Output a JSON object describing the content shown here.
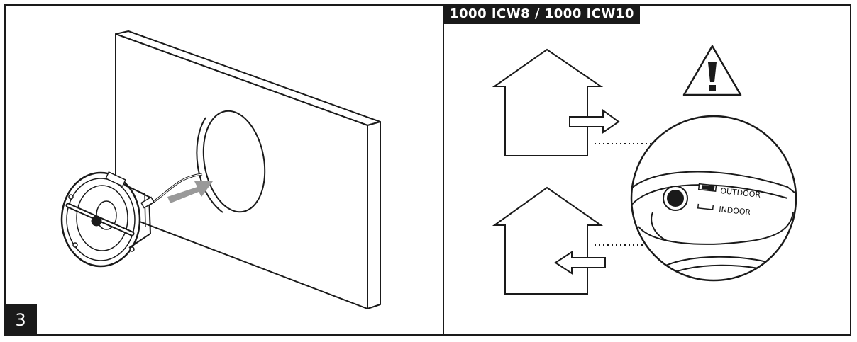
{
  "step": {
    "number": "3"
  },
  "model_tag": "1000 ICW8 / 1000 ICW10",
  "switch": {
    "outdoor_label": "OUTDOOR",
    "indoor_label": "INDOOR"
  },
  "colors": {
    "line": "#1a1a1a",
    "arrow_fill": "#999999",
    "background": "#ffffff"
  }
}
